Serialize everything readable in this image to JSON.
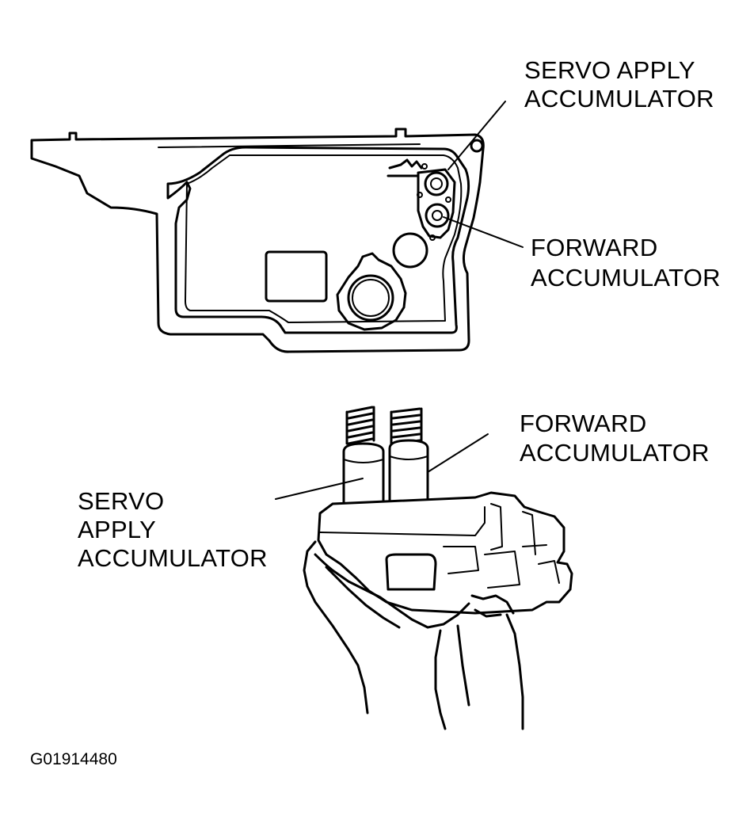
{
  "top_view": {
    "servo_label_line1": "SERVO APPLY",
    "servo_label_line2": "ACCUMULATOR",
    "forward_label_line1": "FORWARD",
    "forward_label_line2": "ACCUMULATOR"
  },
  "bottom_view": {
    "forward_label_line1": "FORWARD",
    "forward_label_line2": "ACCUMULATOR",
    "servo_label_line1": "SERVO",
    "servo_label_line2": "APPLY",
    "servo_label_line3": "ACCUMULATOR"
  },
  "figure_id": "G01914480"
}
